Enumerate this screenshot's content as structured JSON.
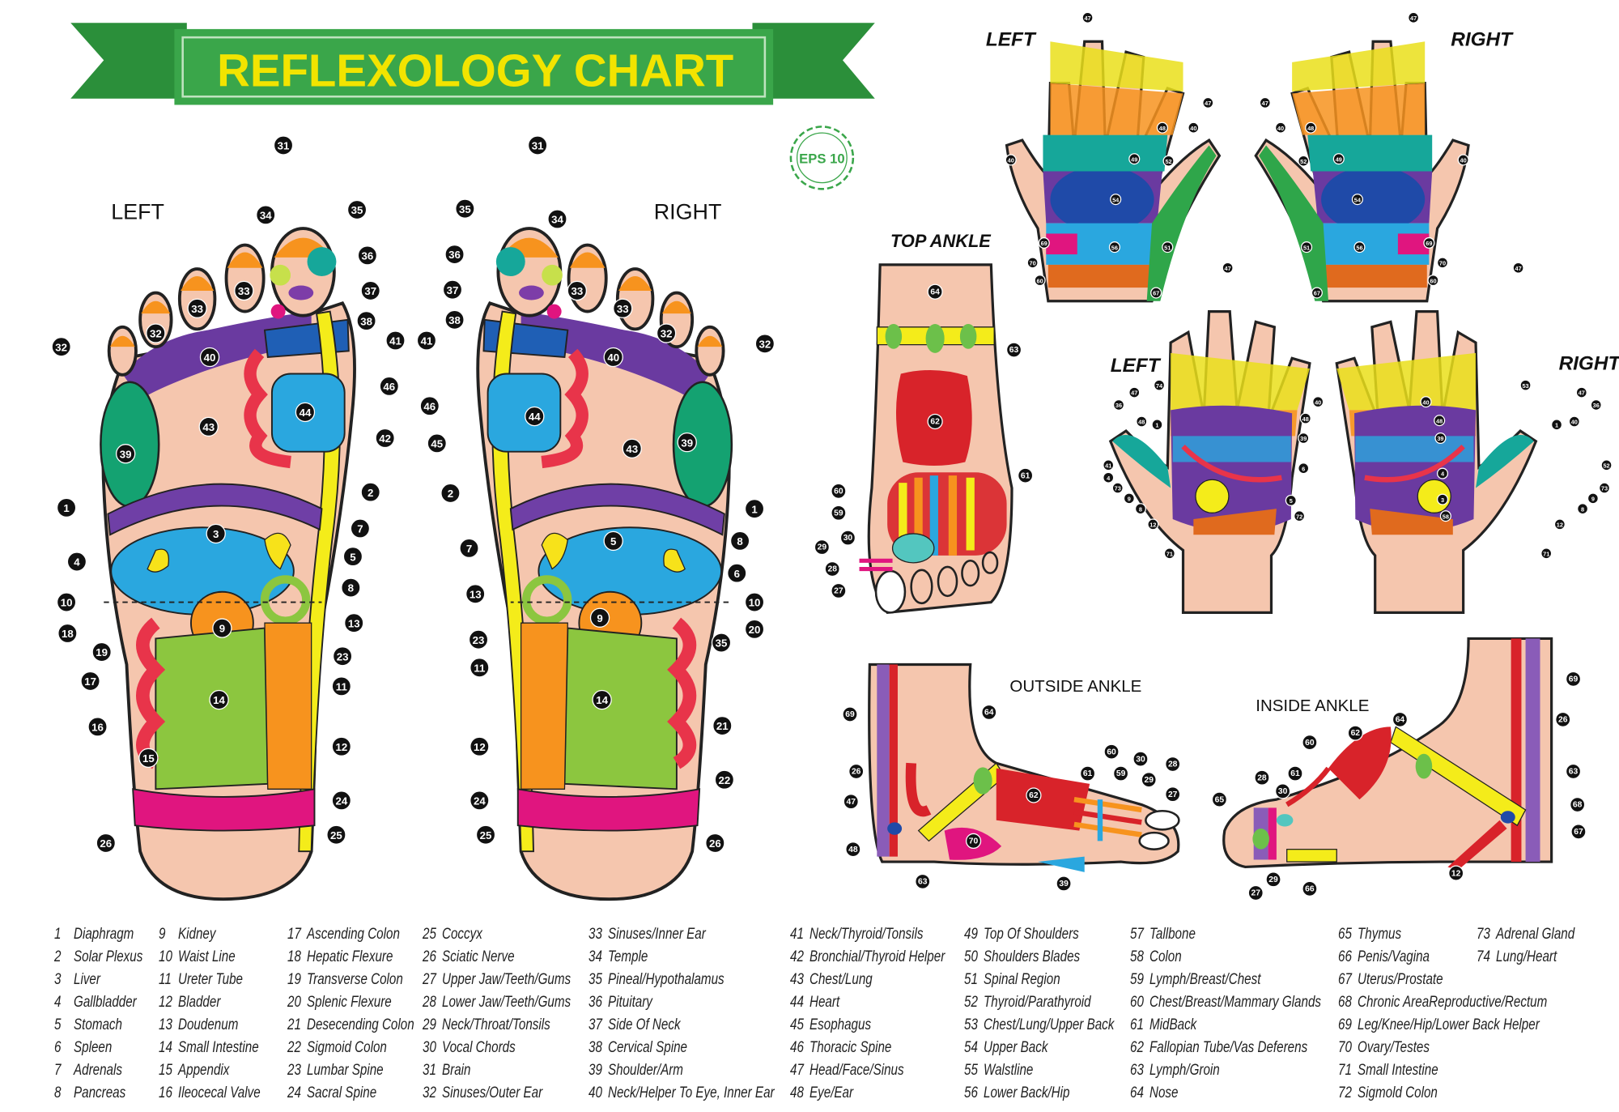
{
  "title": "REFLEXOLOGY CHART",
  "badge": "EPS 10",
  "labels": {
    "foot_left": "LEFT",
    "foot_right": "RIGHT",
    "hand_back_left": "LEFT",
    "hand_back_right": "RIGHT",
    "top_ankle": "TOP ANKLE",
    "palm_left": "LEFT",
    "palm_right": "RIGHT",
    "outside_ankle": "OUTSIDE ANKLE",
    "inside_ankle": "INSIDE ANKLE"
  },
  "colors": {
    "banner": "#3aa64a",
    "title": "#f2e400",
    "skin": "#f5c6ae",
    "marker": "#111111"
  },
  "diagrams": {
    "left_foot": {
      "markers": [
        "31",
        "34",
        "35",
        "36",
        "37",
        "38",
        "41",
        "32",
        "46",
        "44",
        "42",
        "43",
        "40",
        "33",
        "33",
        "32",
        "39",
        "2",
        "1",
        "7",
        "3",
        "4",
        "5",
        "8",
        "10",
        "13",
        "9",
        "18",
        "19",
        "23",
        "17",
        "11",
        "14",
        "16",
        "15",
        "12",
        "24",
        "25",
        "26"
      ]
    },
    "right_foot": {
      "markers": [
        "31",
        "35",
        "34",
        "36",
        "37",
        "38",
        "41",
        "32",
        "33",
        "33",
        "32",
        "40",
        "46",
        "44",
        "45",
        "43",
        "39",
        "2",
        "1",
        "7",
        "5",
        "8",
        "6",
        "13",
        "10",
        "9",
        "20",
        "23",
        "35",
        "11",
        "14",
        "21",
        "12",
        "22",
        "24",
        "25",
        "26"
      ]
    },
    "hand_back_left": {
      "markers": [
        "47",
        "47",
        "40",
        "49",
        "48",
        "52",
        "54",
        "40",
        "69",
        "56",
        "51",
        "70",
        "60",
        "67"
      ]
    },
    "hand_back_right": {
      "markers": [
        "47",
        "47",
        "40",
        "49",
        "48",
        "52",
        "54",
        "40",
        "69",
        "56",
        "51",
        "70",
        "60",
        "67"
      ]
    },
    "top_ankle": {
      "markers": [
        "64",
        "63",
        "62",
        "61",
        "60",
        "59",
        "30",
        "29",
        "28",
        "27"
      ]
    },
    "palm_left": {
      "markers": [
        "47",
        "74",
        "40",
        "48",
        "39",
        "6",
        "1",
        "5",
        "72",
        "12",
        "71",
        "36",
        "47",
        "48",
        "41",
        "4",
        "73",
        "9",
        "8"
      ]
    },
    "palm_right": {
      "markers": [
        "47",
        "53",
        "40",
        "48",
        "39",
        "1",
        "4",
        "3",
        "58",
        "12",
        "71",
        "36",
        "47",
        "40",
        "52",
        "73",
        "9",
        "8"
      ]
    },
    "outside_ankle": {
      "markers": [
        "69",
        "64",
        "26",
        "47",
        "48",
        "63",
        "62",
        "70",
        "39",
        "61",
        "60",
        "59",
        "30",
        "29",
        "28",
        "27"
      ]
    },
    "inside_ankle": {
      "markers": [
        "69",
        "26",
        "63",
        "68",
        "67",
        "64",
        "62",
        "60",
        "61",
        "30",
        "28",
        "65",
        "27",
        "29",
        "66",
        "12"
      ]
    }
  },
  "legend": [
    {
      "num": "1",
      "name": "Diaphragm"
    },
    {
      "num": "2",
      "name": "Solar Plexus"
    },
    {
      "num": "3",
      "name": "Liver"
    },
    {
      "num": "4",
      "name": "Gallbladder"
    },
    {
      "num": "5",
      "name": "Stomach"
    },
    {
      "num": "6",
      "name": "Spleen"
    },
    {
      "num": "7",
      "name": "Adrenals"
    },
    {
      "num": "8",
      "name": "Pancreas"
    },
    {
      "num": "9",
      "name": "Kidney"
    },
    {
      "num": "10",
      "name": "Waist Line"
    },
    {
      "num": "11",
      "name": "Ureter Tube"
    },
    {
      "num": "12",
      "name": "Bladder"
    },
    {
      "num": "13",
      "name": "Doudenum"
    },
    {
      "num": "14",
      "name": "Small Intestine"
    },
    {
      "num": "15",
      "name": "Appendix"
    },
    {
      "num": "16",
      "name": "Ileocecal Valve"
    },
    {
      "num": "17",
      "name": "Ascending Colon"
    },
    {
      "num": "18",
      "name": "Hepatic Flexure"
    },
    {
      "num": "19",
      "name": "Transverse Colon"
    },
    {
      "num": "20",
      "name": "Splenic Flexure"
    },
    {
      "num": "21",
      "name": "Desecending Colon"
    },
    {
      "num": "22",
      "name": "Sigmoid Colon"
    },
    {
      "num": "23",
      "name": "Lumbar Spine"
    },
    {
      "num": "24",
      "name": "Sacral Spine"
    },
    {
      "num": "25",
      "name": "Coccyx"
    },
    {
      "num": "26",
      "name": "Sciatic Nerve"
    },
    {
      "num": "27",
      "name": "Upper Jaw/Teeth/Gums"
    },
    {
      "num": "28",
      "name": "Lower Jaw/Teeth/Gums"
    },
    {
      "num": "29",
      "name": "Neck/Throat/Tonsils"
    },
    {
      "num": "30",
      "name": "Vocal Chords"
    },
    {
      "num": "31",
      "name": "Brain"
    },
    {
      "num": "32",
      "name": "Sinuses/Outer Ear"
    },
    {
      "num": "33",
      "name": "Sinuses/Inner Ear"
    },
    {
      "num": "34",
      "name": "Temple"
    },
    {
      "num": "35",
      "name": "Pineal/Hypothalamus"
    },
    {
      "num": "36",
      "name": "Pituitary"
    },
    {
      "num": "37",
      "name": "Side Of Neck"
    },
    {
      "num": "38",
      "name": "Cervical Spine"
    },
    {
      "num": "39",
      "name": "Shoulder/Arm"
    },
    {
      "num": "40",
      "name": "Neck/Helper To Eye, Inner Ear"
    },
    {
      "num": "41",
      "name": "Neck/Thyroid/Tonsils"
    },
    {
      "num": "42",
      "name": "Bronchial/Thyroid Helper"
    },
    {
      "num": "43",
      "name": "Chest/Lung"
    },
    {
      "num": "44",
      "name": "Heart"
    },
    {
      "num": "45",
      "name": "Esophagus"
    },
    {
      "num": "46",
      "name": "Thoracic Spine"
    },
    {
      "num": "47",
      "name": "Head/Face/Sinus"
    },
    {
      "num": "48",
      "name": "Eye/Ear"
    },
    {
      "num": "49",
      "name": "Top Of Shoulders"
    },
    {
      "num": "50",
      "name": "Shoulders Blades"
    },
    {
      "num": "51",
      "name": "Spinal Region"
    },
    {
      "num": "52",
      "name": "Thyroid/Parathyroid"
    },
    {
      "num": "53",
      "name": "Chest/Lung/Upper Back"
    },
    {
      "num": "54",
      "name": "Upper Back"
    },
    {
      "num": "55",
      "name": "Walstline"
    },
    {
      "num": "56",
      "name": "Lower Back/Hip"
    },
    {
      "num": "57",
      "name": "Tallbone"
    },
    {
      "num": "58",
      "name": "Colon"
    },
    {
      "num": "59",
      "name": "Lymph/Breast/Chest"
    },
    {
      "num": "60",
      "name": "Chest/Breast/Mammary Glands"
    },
    {
      "num": "61",
      "name": "MidBack"
    },
    {
      "num": "62",
      "name": "Fallopian Tube/Vas Deferens"
    },
    {
      "num": "63",
      "name": "Lymph/Groin"
    },
    {
      "num": "64",
      "name": "Nose"
    },
    {
      "num": "65",
      "name": "Thymus"
    },
    {
      "num": "66",
      "name": "Penis/Vagina"
    },
    {
      "num": "67",
      "name": "Uterus/Prostate"
    },
    {
      "num": "68",
      "name": "Chronic AreaReproductive/Rectum"
    },
    {
      "num": "69",
      "name": "Leg/Knee/Hip/Lower Back Helper"
    },
    {
      "num": "70",
      "name": "Ovary/Testes"
    },
    {
      "num": "71",
      "name": "Small Intestine"
    },
    {
      "num": "72",
      "name": "Sigmold Colon"
    },
    {
      "num": "73",
      "name": "Adrenal Gland"
    },
    {
      "num": "74",
      "name": "Lung/Heart"
    }
  ]
}
